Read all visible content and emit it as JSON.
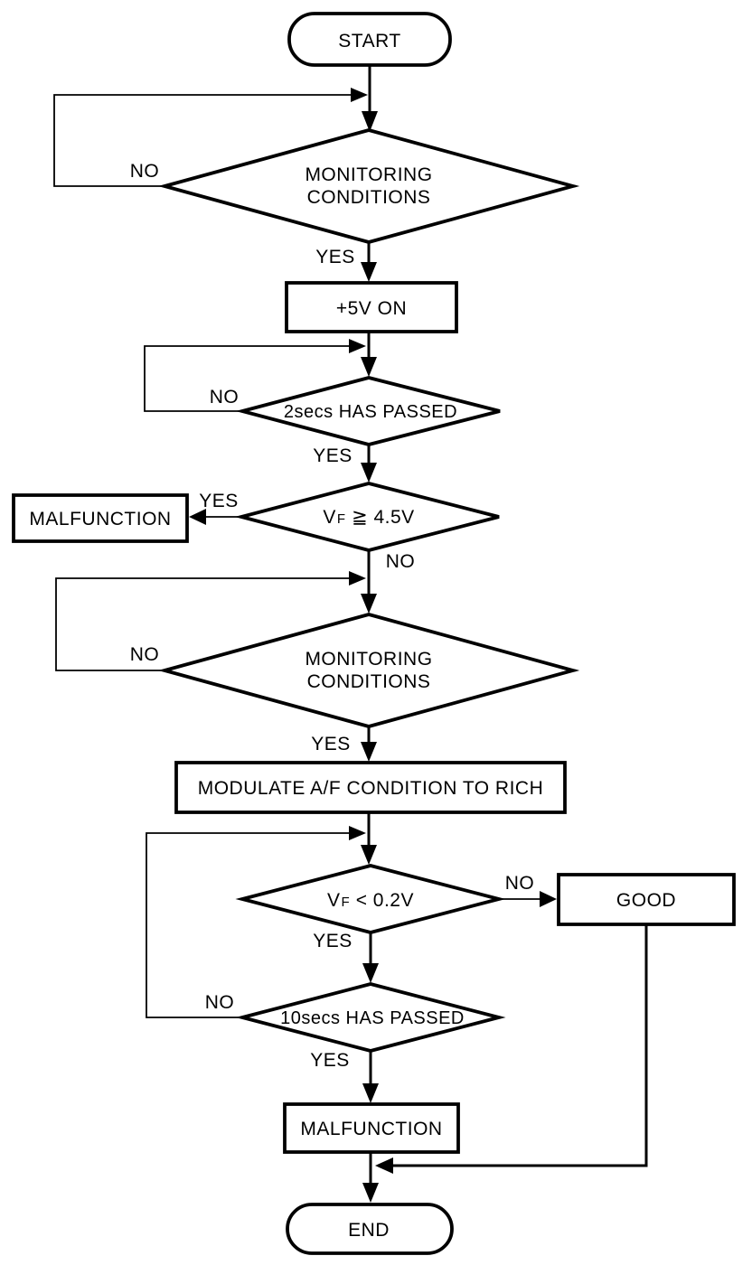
{
  "colors": {
    "line": "#000000",
    "background": "#ffffff"
  },
  "labels": {
    "yes": "YES",
    "no": "NO"
  },
  "nodes": {
    "start": {
      "label": "START"
    },
    "monitoring1": {
      "line1": "MONITORING",
      "line2": "CONDITIONS"
    },
    "plus5v": {
      "label": "+5V ON"
    },
    "passed2s": {
      "label": "2secs HAS PASSED"
    },
    "vf_ge_45": {
      "v": "V",
      "f": "F",
      "cmp": "≧ 4.5V"
    },
    "malfunction1": {
      "label": "MALFUNCTION"
    },
    "monitoring2": {
      "line1": "MONITORING",
      "line2": "CONDITIONS"
    },
    "modulate": {
      "label": "MODULATE A/F CONDITION TO RICH"
    },
    "vf_lt_02": {
      "v": "V",
      "f": "F",
      "cmp": "< 0.2V"
    },
    "good": {
      "label": "GOOD"
    },
    "passed10s": {
      "label": "10secs HAS PASSED"
    },
    "malfunction2": {
      "label": "MALFUNCTION"
    },
    "end": {
      "label": "END"
    }
  }
}
